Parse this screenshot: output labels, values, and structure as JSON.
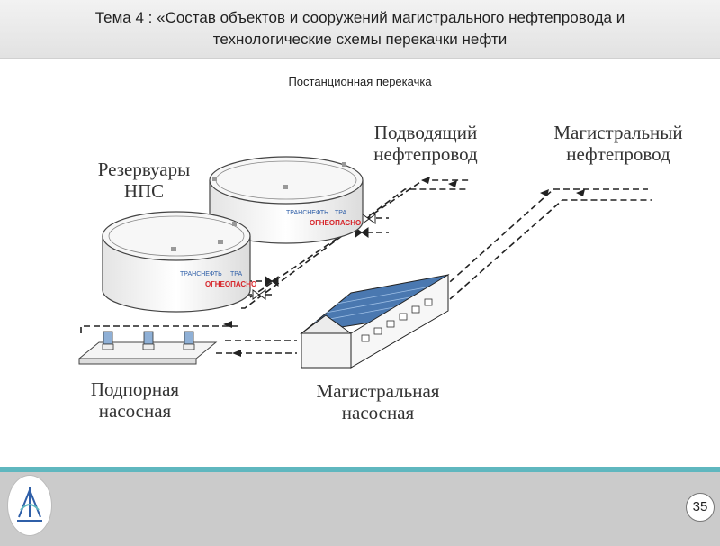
{
  "header": {
    "title_line1": "Тема 4 : «Состав объектов и сооружений магистрального нефтепровода и",
    "title_line2": "технологические схемы перекачки нефти"
  },
  "diagram": {
    "subtitle": "Постанционная перекачка",
    "labels": {
      "tanks_line1": "Резервуары",
      "tanks_line2": "НПС",
      "inlet_line1": "Подводящий",
      "inlet_line2": "нефтепровод",
      "main_line1": "Магистральный",
      "main_line2": "нефтепровод",
      "booster_line1": "Подпорная",
      "booster_line2": "насосная",
      "mainpump_line1": "Магистральная",
      "mainpump_line2": "насосная"
    },
    "tank_brand": "ТРАНСНЕФТЬ",
    "tank_brand_short": "ТРА",
    "tank_warning": "ОГНЕОПАСНО"
  },
  "footer": {
    "page_number": "35"
  },
  "colors": {
    "footer_accent": "#5fb7bf",
    "footer_bg": "#cbcbcb",
    "roof_blue": "#4a78b0",
    "warning_red": "#d7262b",
    "brand_blue": "#2f5fa8"
  }
}
